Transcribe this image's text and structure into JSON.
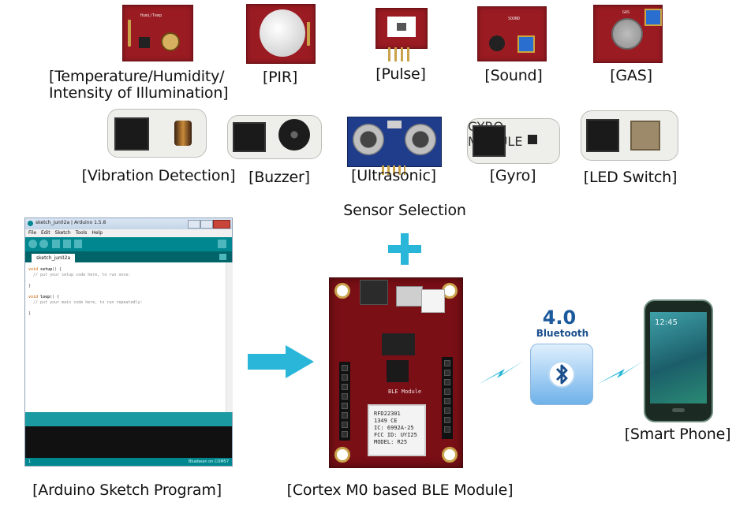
{
  "sensors_row1": [
    {
      "name": "temp-humid-sensor",
      "label_line1": "[Temperature/Humidity/",
      "label_line2": "Intensity of Illumination]"
    },
    {
      "name": "pir-sensor",
      "label": "[PIR]"
    },
    {
      "name": "pulse-sensor",
      "label": "[Pulse]"
    },
    {
      "name": "sound-sensor",
      "label": "[Sound]"
    },
    {
      "name": "gas-sensor",
      "label": "[GAS]"
    }
  ],
  "sensors_row2": [
    {
      "name": "vibration-sensor",
      "label": "[Vibration Detection]"
    },
    {
      "name": "buzzer-sensor",
      "label": "[Buzzer]"
    },
    {
      "name": "ultrasonic-sensor",
      "label": "[Ultrasonic]"
    },
    {
      "name": "gyro-sensor",
      "label": "[Gyro]"
    },
    {
      "name": "led-switch-sensor",
      "label": "[LED Switch]"
    }
  ],
  "sensor_selection_caption": "Sensor Selection",
  "arduino": {
    "title": "sketch_jun02a | Arduino 1.5.8",
    "menu": [
      "File",
      "Edit",
      "Sketch",
      "Tools",
      "Help"
    ],
    "tab": "sketch_jun02a",
    "code": [
      {
        "kw": "void",
        "fn": " setup",
        "rest": "() {"
      },
      {
        "cm": "  // put your setup code here, to run once:"
      },
      {
        "rest": ""
      },
      {
        "rest": "}"
      },
      {
        "rest": ""
      },
      {
        "kw": "void",
        "fn": " loop",
        "rest": "() {"
      },
      {
        "cm": "  // put your main code here, to run repeatedly:"
      },
      {
        "rest": ""
      },
      {
        "rest": "}"
      }
    ],
    "status_line": "1",
    "port": "Bluebean on COM57",
    "caption": "[Arduino Sketch Program]"
  },
  "ble_module": {
    "chip_lines": [
      "RFD22301",
      "1349  CE",
      "IC: 6992A-25",
      "FCC ID: UYI25",
      "MODEL: R25"
    ],
    "silk": "BLE Module",
    "caption": "[Cortex M0 based BLE Module]"
  },
  "bluetooth": {
    "version": "4.0",
    "brand": "Bluetooth"
  },
  "phone": {
    "time": "12:45",
    "caption": "[Smart Phone]"
  },
  "colors": {
    "accent": "#29b6d8",
    "pcb_red": "#9a1b22",
    "arduino_teal": "#00878f",
    "console_black": "#111111"
  }
}
